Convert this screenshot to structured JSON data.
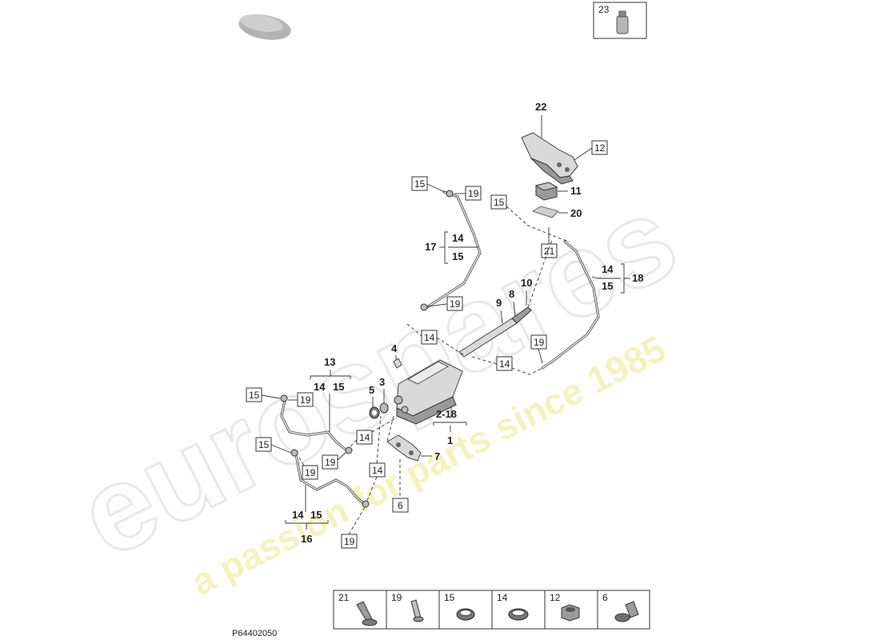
{
  "diagram": {
    "drawing_code": "P64402050",
    "watermark": {
      "brand": "eurospares",
      "tagline": "a passion for parts since 1985"
    },
    "callouts": {
      "c1": "1",
      "c2_18": "2-18",
      "c3": "3",
      "c4": "4",
      "c5": "5",
      "c6": "6",
      "c7": "7",
      "c8": "8",
      "c9": "9",
      "c10": "10",
      "c11": "11",
      "c12": "12",
      "c13": "13",
      "c14": "14",
      "c15": "15",
      "c16": "16",
      "c17": "17",
      "c18": "18",
      "c19": "19",
      "c20": "20",
      "c21": "21",
      "c22": "22",
      "c23": "23"
    },
    "legend": [
      {
        "number": "21",
        "icon": "bolt-flange-icon"
      },
      {
        "number": "19",
        "icon": "bolt-icon"
      },
      {
        "number": "15",
        "icon": "seal-ring-icon"
      },
      {
        "number": "14",
        "icon": "seal-ring-icon"
      },
      {
        "number": "12",
        "icon": "nut-icon"
      },
      {
        "number": "6",
        "icon": "bolt-flange-icon"
      }
    ]
  }
}
